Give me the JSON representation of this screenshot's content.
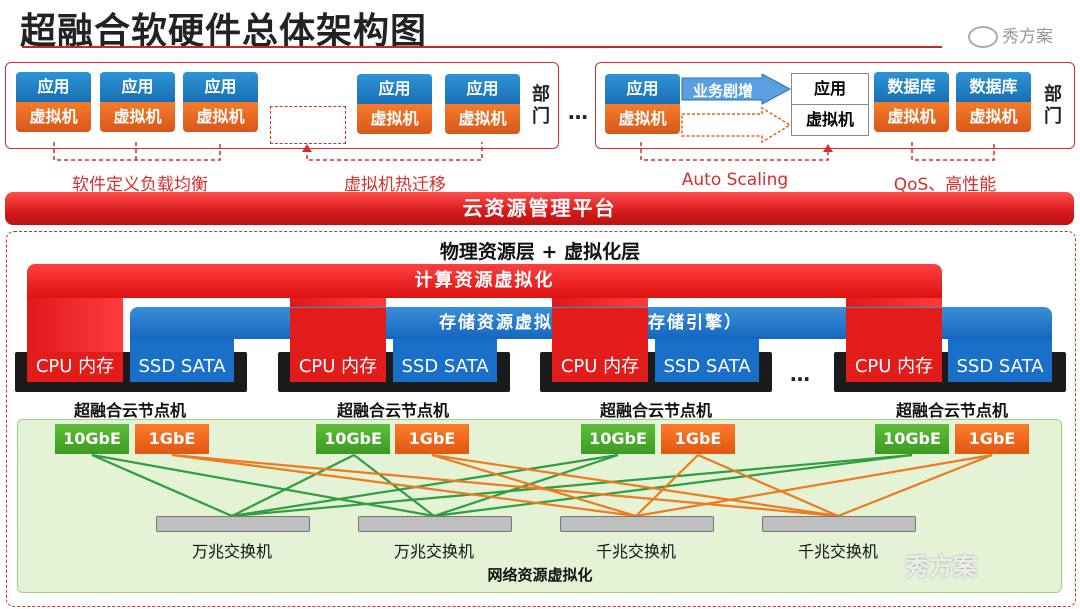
{
  "title": "超融合软硬件总体架构图",
  "brand": "秀方案",
  "dept": {
    "label": "部门",
    "app": "应用",
    "vm": "虚拟机"
  },
  "migration_label": "业务剧增",
  "ellipsis": "…",
  "captions": [
    "软件定义负载均衡",
    "虚拟机热迁移",
    "Auto Scaling",
    "QoS、高性能"
  ],
  "db_label": "数据库",
  "platform": "云资源管理平台",
  "physical_layer": "物理资源层 + 虚拟化层",
  "compute_virt": "计算资源虚拟化",
  "storage_virt": "存储资源虚拟化（分布式存储引擎）",
  "node": {
    "cpu_mem": "CPU 内存",
    "ssd_sata": "SSD SATA",
    "name": "超融合云节点机"
  },
  "nic": {
    "ten": "10GbE",
    "one": "1GbE"
  },
  "switches": [
    "万兆交换机",
    "万兆交换机",
    "千兆交换机",
    "千兆交换机"
  ],
  "network_virt": "网络资源虚拟化",
  "colors": {
    "red": "#d32f2f",
    "blue": "#1a6fc8",
    "orange": "#e8621a",
    "green": "#3c9a22"
  }
}
